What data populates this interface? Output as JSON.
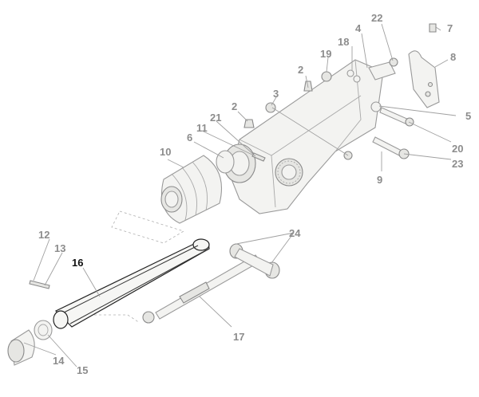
{
  "highlight_color": "#111111",
  "muted_color": "#8c8c8c",
  "callouts": [
    {
      "id": "label-2a",
      "text": "2"
    },
    {
      "id": "label-2b",
      "text": "2"
    },
    {
      "id": "label-3",
      "text": "3"
    },
    {
      "id": "label-4",
      "text": "4"
    },
    {
      "id": "label-5",
      "text": "5"
    },
    {
      "id": "label-6",
      "text": "6"
    },
    {
      "id": "label-7",
      "text": "7"
    },
    {
      "id": "label-8",
      "text": "8"
    },
    {
      "id": "label-9",
      "text": "9"
    },
    {
      "id": "label-10",
      "text": "10"
    },
    {
      "id": "label-11",
      "text": "11"
    },
    {
      "id": "label-12",
      "text": "12"
    },
    {
      "id": "label-13",
      "text": "13"
    },
    {
      "id": "label-14",
      "text": "14"
    },
    {
      "id": "label-15",
      "text": "15"
    },
    {
      "id": "label-16",
      "text": "16",
      "highlighted": true
    },
    {
      "id": "label-17",
      "text": "17"
    },
    {
      "id": "label-18",
      "text": "18"
    },
    {
      "id": "label-19",
      "text": "19"
    },
    {
      "id": "label-20",
      "text": "20"
    },
    {
      "id": "label-21",
      "text": "21"
    },
    {
      "id": "label-22",
      "text": "22"
    },
    {
      "id": "label-23",
      "text": "23"
    },
    {
      "id": "label-24",
      "text": "24"
    }
  ]
}
